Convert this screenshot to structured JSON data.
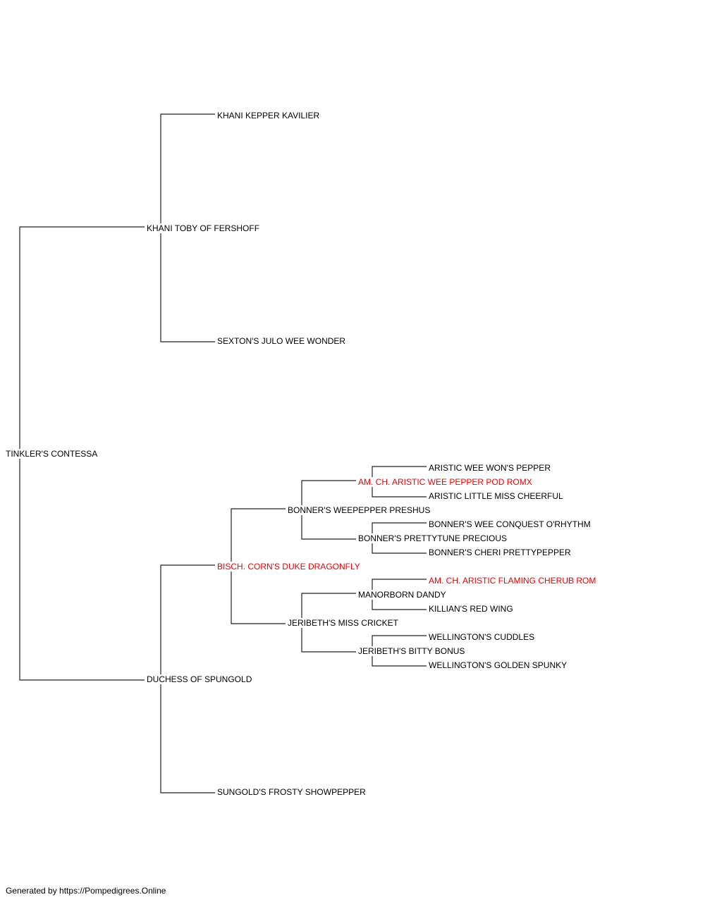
{
  "pedigree": {
    "subject": "TINKLER'S CONTESSA",
    "sire": "KHANI TOBY OF FERSHOFF",
    "sire_sire": "KHANI KEPPER KAVILIER",
    "sire_dam": "SEXTON'S JULO WEE WONDER",
    "dam": "DUCHESS OF SPUNGOLD",
    "dam_sire": "BISCH. CORN'S DUKE DRAGONFLY",
    "dam_dam": "SUNGOLD'S FROSTY SHOWPEPPER",
    "dsire_sire": "BONNER'S WEEPEPPER PRESHUS",
    "dsire_dam": "JERIBETH'S MISS CRICKET",
    "g4_1": "AM. CH. ARISTIC WEE PEPPER POD ROMX",
    "g4_2": "BONNER'S PRETTYTUNE PRECIOUS",
    "g4_3": "MANORBORN DANDY",
    "g4_4": "JERIBETH'S BITTY BONUS",
    "g5_1": "ARISTIC WEE WON'S PEPPER",
    "g5_2": "ARISTIC LITTLE MISS CHEERFUL",
    "g5_3": "BONNER'S WEE CONQUEST O'RHYTHM",
    "g5_4": "BONNER'S CHERI PRETTYPEPPER",
    "g5_5": "AM. CH. ARISTIC FLAMING CHERUB ROM",
    "g5_6": "KILLIAN'S RED WING",
    "g5_7": "WELLINGTON'S CUDDLES",
    "g5_8": "WELLINGTON'S GOLDEN SPUNKY"
  },
  "colors": {
    "line": "#222222",
    "text": "#000000",
    "highlight": "#ee0000"
  },
  "footer": "Generated by https://Pompedigrees.Online"
}
